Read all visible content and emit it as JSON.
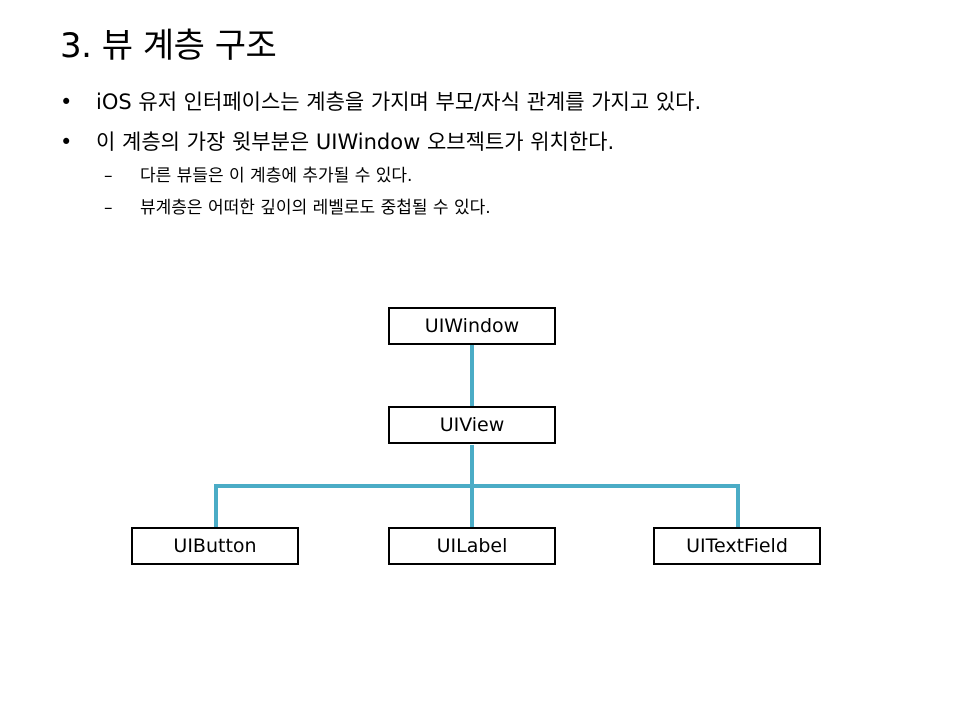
{
  "slide": {
    "title": "3. 뷰 계층 구조"
  },
  "bullets": [
    {
      "marker": "•",
      "text": "iOS 유저 인터페이스는 계층을 가지며 부모/자식 관계를 가지고 있다."
    },
    {
      "marker": "•",
      "text": "이 계층의 가장 윗부분은 UIWindow 오브젝트가 위치한다."
    }
  ],
  "sub_bullets": [
    {
      "marker": "–",
      "text": "다른 뷰들은 이 계층에 추가될 수 있다."
    },
    {
      "marker": "–",
      "text": "뷰계층은 어떠한 깊이의 레벨로도 중첩될 수 있다."
    }
  ],
  "diagram": {
    "connector_color": "#4bacc6",
    "root": "UIWindow",
    "middle": "UIView",
    "children": [
      "UIButton",
      "UILabel",
      "UITextField"
    ]
  }
}
